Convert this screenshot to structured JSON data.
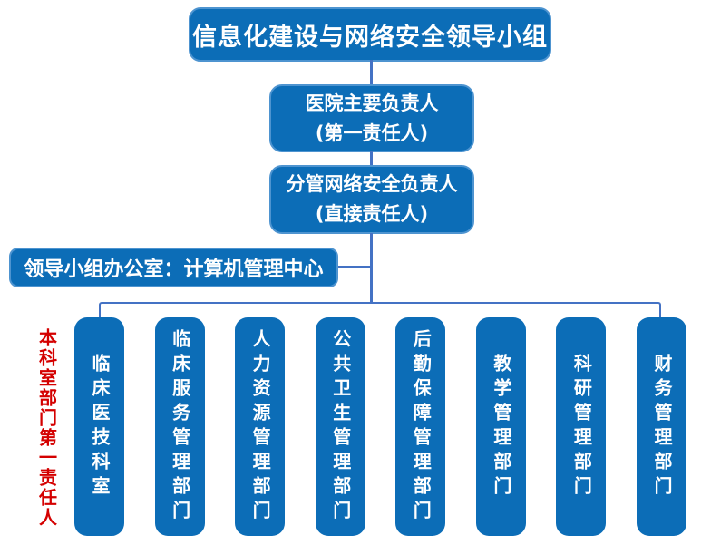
{
  "title": "信息化建设与网络安全领导小组",
  "chain": [
    {
      "line1": "医院主要负责人",
      "line2": "(第一责任人)"
    },
    {
      "line1": "分管网络安全负责人",
      "line2": "(直接责任人)"
    }
  ],
  "office": "领导小组办公室：计算机管理中心",
  "side_label": "本科室部门第一责任人",
  "departments": [
    "临床医技科室",
    "临床服务管理部门",
    "人力资源管理部门",
    "公共卫生管理部门",
    "后勤保障管理部门",
    "教学管理部门",
    "科研管理部门",
    "财务管理部门"
  ],
  "colors": {
    "box_fill": "#0C6DB7",
    "box_border": "#4E94D0",
    "box_text": "#FFFFFF",
    "connector_line": "#4472C4",
    "side_label_text": "#D40000"
  }
}
